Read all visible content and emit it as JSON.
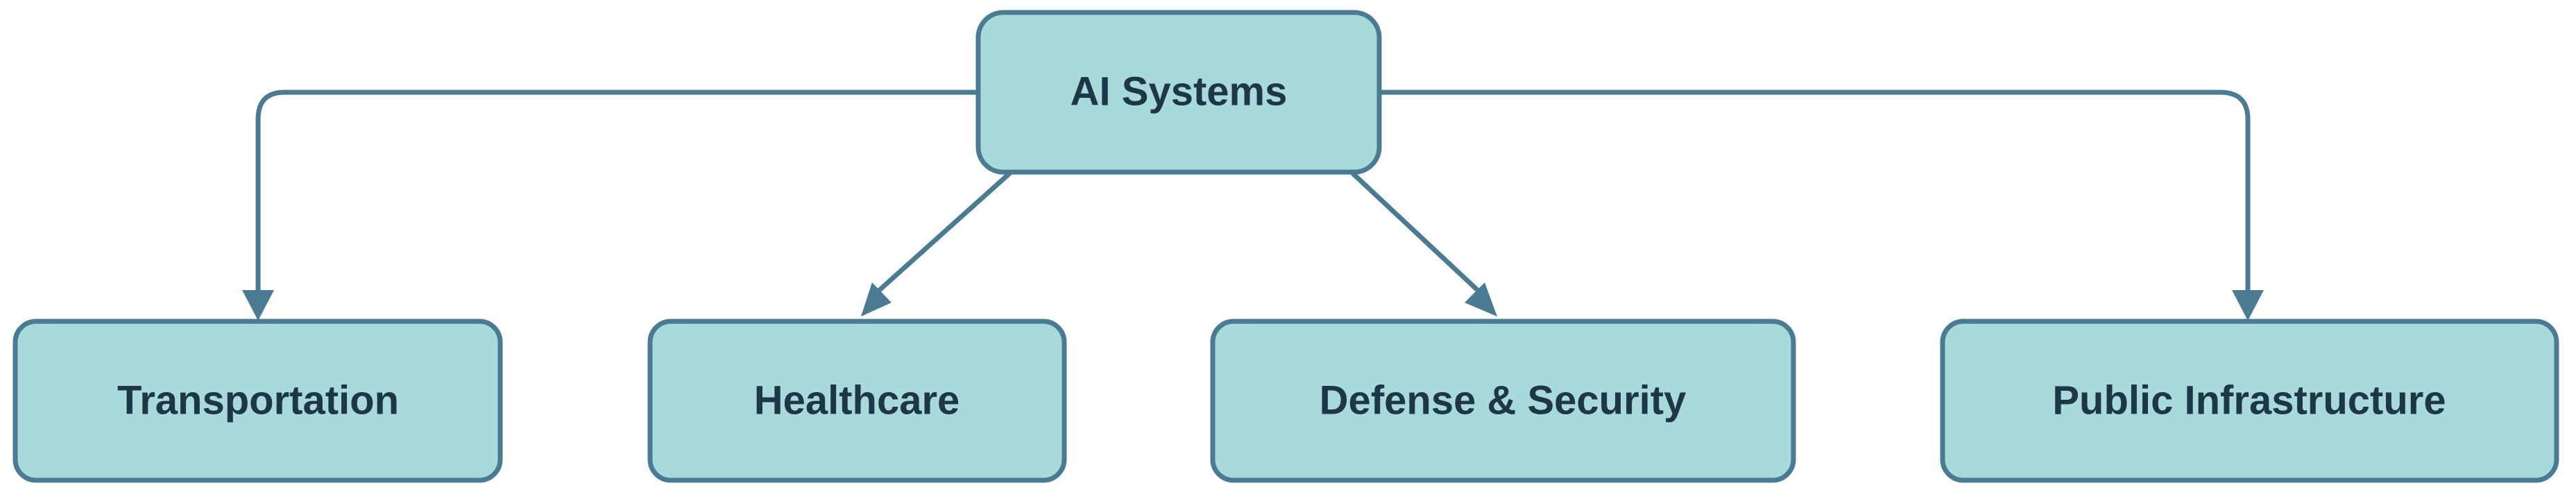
{
  "diagram": {
    "root": {
      "label": "AI Systems"
    },
    "children": [
      {
        "label": "Transportation"
      },
      {
        "label": "Healthcare"
      },
      {
        "label": "Defense & Security"
      },
      {
        "label": "Public Infrastructure"
      }
    ],
    "colors": {
      "node_fill": "#a8dadc",
      "node_stroke": "#4a7b93",
      "edge": "#4a7b93",
      "text": "#1d3648"
    }
  }
}
